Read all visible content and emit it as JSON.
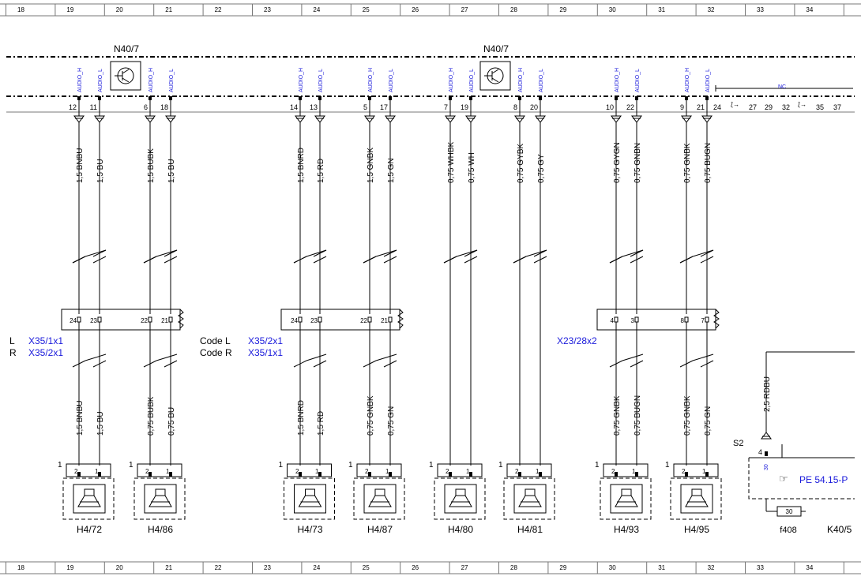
{
  "grid_numbers": [
    "18",
    "19",
    "20",
    "21",
    "22",
    "23",
    "24",
    "25",
    "26",
    "27",
    "28",
    "29",
    "30",
    "31",
    "32",
    "33",
    "34"
  ],
  "modules": [
    {
      "label": "N40/7"
    },
    {
      "label": "N40/7"
    }
  ],
  "pins": [
    {
      "top": "12",
      "signal": "AUDIO_H",
      "wire": "1,5 BNBU",
      "conn": "24",
      "bottom_wire": "1,5 BNBU",
      "spk_pin": "2"
    },
    {
      "top": "11",
      "signal": "AUDIO_L",
      "wire": "1,5 BU",
      "conn": "23",
      "bottom_wire": "1,5 BU",
      "spk_pin": "1"
    },
    {
      "top": "6",
      "signal": "AUDIO_H",
      "wire": "1,5 BUBK",
      "conn": "22",
      "bottom_wire": "0,75 BUBK",
      "spk_pin": "2"
    },
    {
      "top": "18",
      "signal": "AUDIO_L",
      "wire": "1,5 BU",
      "conn": "21",
      "bottom_wire": "0,75 BU",
      "spk_pin": "1"
    },
    {
      "top": "14",
      "signal": "AUDIO_H",
      "wire": "1,5 BNRD",
      "conn": "24",
      "bottom_wire": "1,5 BNRD",
      "spk_pin": "2"
    },
    {
      "top": "13",
      "signal": "AUDIO_L",
      "wire": "1,5 RD",
      "conn": "23",
      "bottom_wire": "1,5 RD",
      "spk_pin": "1"
    },
    {
      "top": "5",
      "signal": "AUDIO_H",
      "wire": "1,5 GNBK",
      "conn": "22",
      "bottom_wire": "0,75 GNBK",
      "spk_pin": "2"
    },
    {
      "top": "17",
      "signal": "AUDIO_L",
      "wire": "1,5 GN",
      "conn": "21",
      "bottom_wire": "0,75 GN",
      "spk_pin": "1"
    },
    {
      "top": "7",
      "signal": "AUDIO_H",
      "wire": "0,75 WHBK",
      "conn": "",
      "bottom_wire": "",
      "spk_pin": "2"
    },
    {
      "top": "19",
      "signal": "AUDIO_L",
      "wire": "0,75 WH",
      "conn": "",
      "bottom_wire": "",
      "spk_pin": "1"
    },
    {
      "top": "8",
      "signal": "AUDIO_H",
      "wire": "0,75 GYBK",
      "conn": "",
      "bottom_wire": "",
      "spk_pin": "2"
    },
    {
      "top": "20",
      "signal": "AUDIO_L",
      "wire": "0,75 GY",
      "conn": "",
      "bottom_wire": "",
      "spk_pin": "1"
    },
    {
      "top": "10",
      "signal": "AUDIO_H",
      "wire": "0,75 GYGN",
      "conn": "4",
      "bottom_wire": "0,75 GNBK",
      "spk_pin": "2"
    },
    {
      "top": "22",
      "signal": "AUDIO_L",
      "wire": "0,75 GNBN",
      "conn": "3",
      "bottom_wire": "0,75 BUGN",
      "spk_pin": "1"
    },
    {
      "top": "9",
      "signal": "AUDIO_H",
      "wire": "0,75 GNBK",
      "conn": "8",
      "bottom_wire": "0,75 GNBK",
      "spk_pin": "2"
    },
    {
      "top": "21",
      "signal": "AUDIO_L",
      "wire": "0,75 BUGN",
      "conn": "7",
      "bottom_wire": "0,75 GN",
      "spk_pin": "1"
    }
  ],
  "extra_pins": {
    "first": "24",
    "nc": "NC",
    "rest": [
      "27",
      "29",
      "32",
      "35",
      "37"
    ]
  },
  "connector_labels": {
    "left": {
      "l": "L",
      "r": "R",
      "x_l": "X35/1x1",
      "x_r": "X35/2x1"
    },
    "mid": {
      "l": "Code L",
      "r": "Code R",
      "x_l": "X35/2x1",
      "x_r": "X35/1x1"
    },
    "right": {
      "x": "X23/28x2"
    }
  },
  "speakers": [
    {
      "label": "H4/72",
      "num": "1"
    },
    {
      "label": "H4/86",
      "num": "1"
    },
    {
      "label": "H4/73",
      "num": "1"
    },
    {
      "label": "H4/87",
      "num": "1"
    },
    {
      "label": "H4/80",
      "num": "1"
    },
    {
      "label": "H4/81",
      "num": "1"
    },
    {
      "label": "H4/93",
      "num": "1"
    },
    {
      "label": "H4/95",
      "num": "1"
    }
  ],
  "s2": {
    "label": "S2",
    "wire": "2,5 RDBU",
    "pin": "4",
    "pin_side": "30",
    "ref": "PE 54.15-P",
    "fuse": "30",
    "fuse_label": "f408",
    "relay": "K40/5"
  },
  "colors": {
    "signal": "#1a1adb",
    "line": "#000000"
  }
}
